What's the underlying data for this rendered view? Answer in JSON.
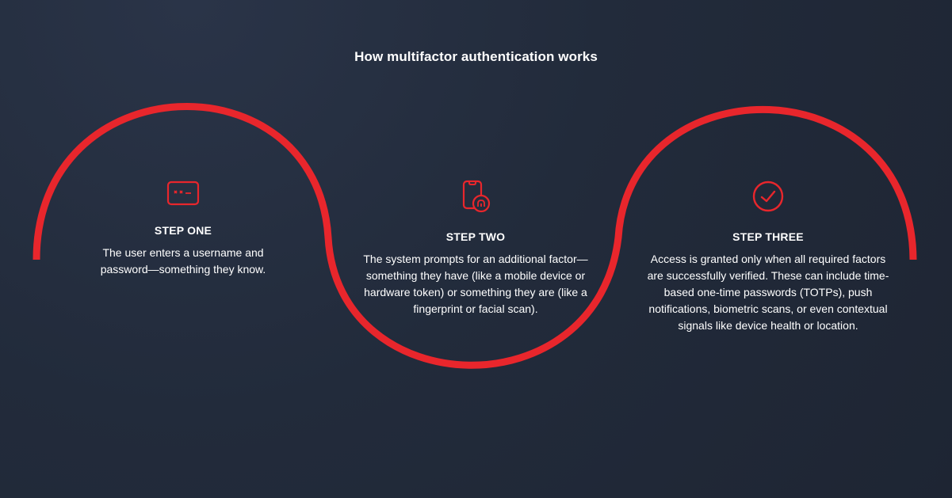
{
  "title": "How multifactor authentication works",
  "colors": {
    "accent": "#e8262c",
    "background": "#222b3b",
    "text": "#ffffff"
  },
  "steps": [
    {
      "icon": "password-field-icon",
      "heading": "STEP ONE",
      "text": "The user enters a username and password—something they know."
    },
    {
      "icon": "mobile-device-icon",
      "heading": "STEP TWO",
      "text": "The system prompts for an additional factor—something they have (like a mobile device or hardware token) or something they are (like a fingerprint or facial scan)."
    },
    {
      "icon": "check-circle-icon",
      "heading": "STEP THREE",
      "text": "Access is granted only when all required factors are  successfully verified. These can include time-based one-time passwords (TOTPs), push notifications, biometric scans, or even contextual signals like device health or location."
    }
  ]
}
